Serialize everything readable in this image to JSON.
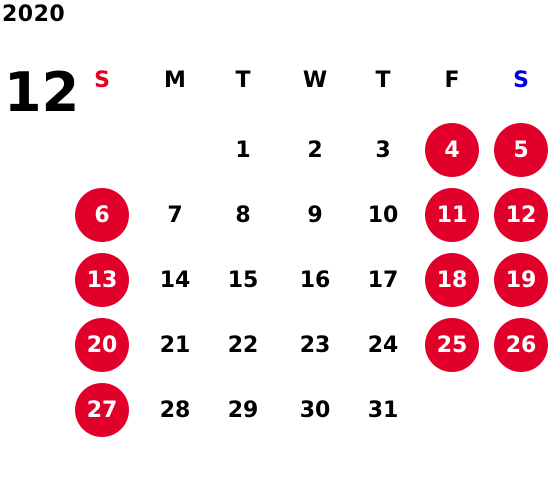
{
  "calendar": {
    "year": "2020",
    "month": "12",
    "weekdays": [
      "S",
      "M",
      "T",
      "W",
      "T",
      "F",
      "S"
    ],
    "weekday_colors": [
      "#e8001c",
      "#000000",
      "#000000",
      "#000000",
      "#000000",
      "#000000",
      "#0000dd"
    ],
    "highlight_color": "#e0002a",
    "weeks": [
      [
        "",
        "",
        "1",
        "2",
        "3",
        "4",
        "5"
      ],
      [
        "6",
        "7",
        "8",
        "9",
        "10",
        "11",
        "12"
      ],
      [
        "13",
        "14",
        "15",
        "16",
        "17",
        "18",
        "19"
      ],
      [
        "20",
        "21",
        "22",
        "23",
        "24",
        "25",
        "26"
      ],
      [
        "27",
        "28",
        "29",
        "30",
        "31",
        "",
        ""
      ]
    ],
    "highlighted_days": [
      "4",
      "5",
      "6",
      "11",
      "12",
      "13",
      "18",
      "19",
      "20",
      "25",
      "26",
      "27"
    ]
  }
}
